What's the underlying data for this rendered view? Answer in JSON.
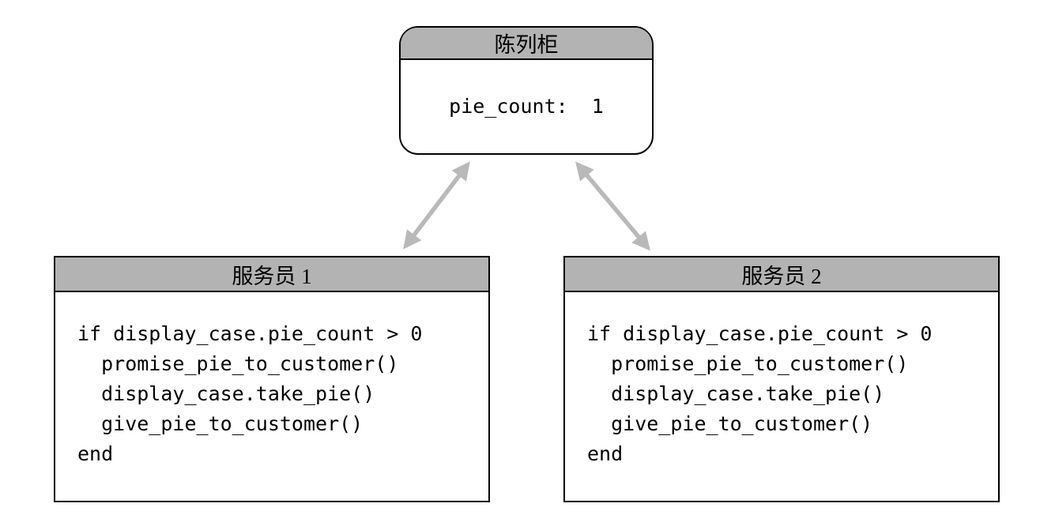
{
  "display_case": {
    "title": "陈列柜",
    "body": "pie_count:  1"
  },
  "servers": [
    {
      "title": "服务员 1",
      "code": [
        "if display_case.pie_count > 0",
        "  promise_pie_to_customer()",
        "  display_case.take_pie()",
        "  give_pie_to_customer()",
        "end"
      ]
    },
    {
      "title": "服务员 2",
      "code": [
        "if display_case.pie_count > 0",
        "  promise_pie_to_customer()",
        "  display_case.take_pie()",
        "  give_pie_to_customer()",
        "end"
      ]
    }
  ],
  "colors": {
    "header_bg": "#b3b3b3",
    "border": "#000000",
    "arrow": "#b9b9b9",
    "background": "#ffffff"
  }
}
